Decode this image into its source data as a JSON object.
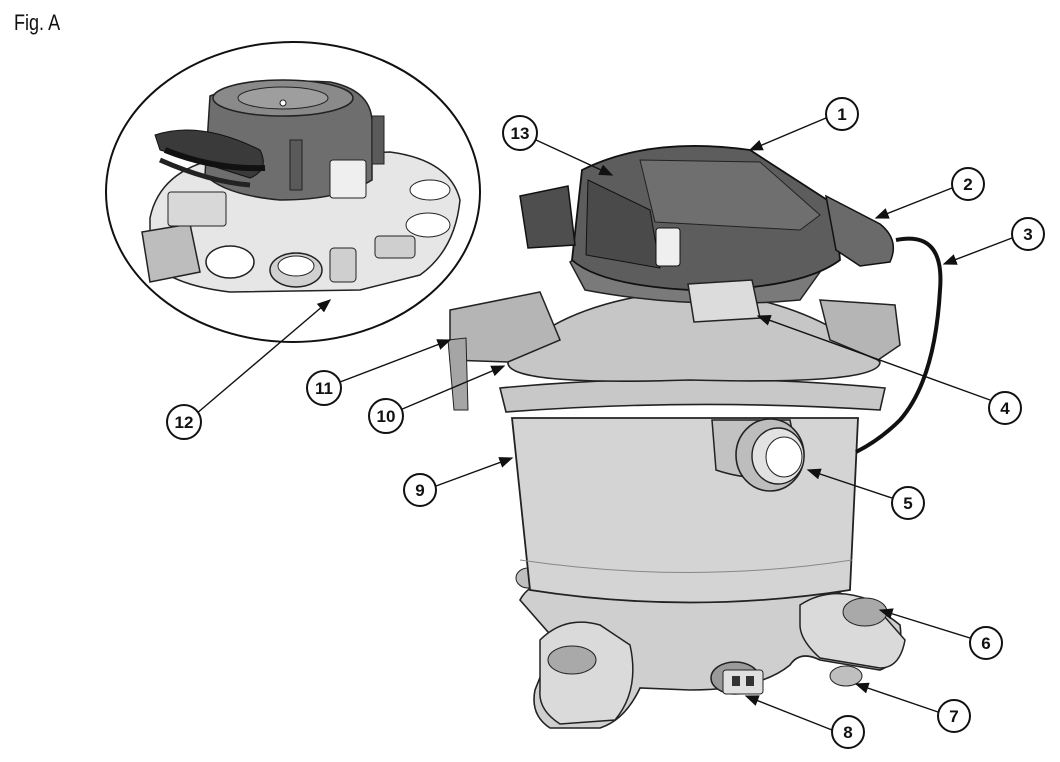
{
  "figure": {
    "title": "Fig. A"
  },
  "callouts": [
    "1",
    "2",
    "3",
    "4",
    "5",
    "6",
    "7",
    "8",
    "9",
    "10",
    "11",
    "12",
    "13"
  ],
  "colors": {
    "line": "#1a1a1a",
    "light": "#c9c9c9",
    "mid": "#8e8e8e",
    "dark": "#4b4b4b",
    "white": "#ffffff"
  }
}
